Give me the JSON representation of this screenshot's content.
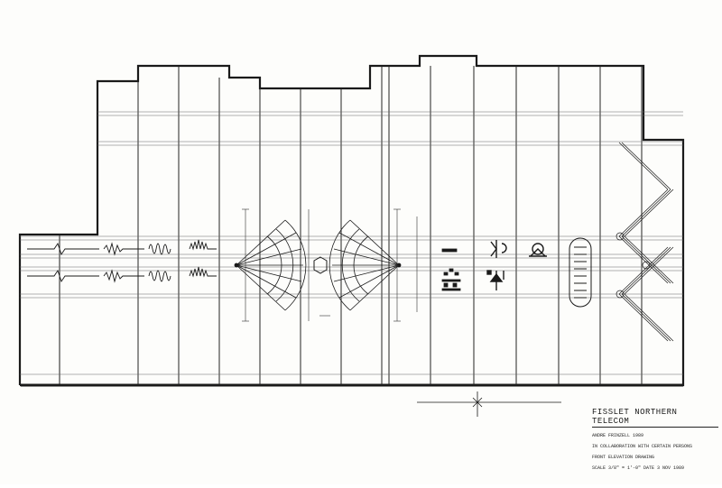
{
  "title_block": {
    "title": "FISSLET NORTHERN TELECOM",
    "lines": [
      "ANDRE FRINZELL  1989",
      "IN COLLABORATION WITH CERTAIN PERSONS",
      "FRONT ELEVATION DRAWING",
      "SCALE 3/8\" = 1'-0\"   DATE 3 NOV 1989"
    ]
  },
  "colors": {
    "ink": "#1a1a1a",
    "paper": "#fdfdfb"
  }
}
